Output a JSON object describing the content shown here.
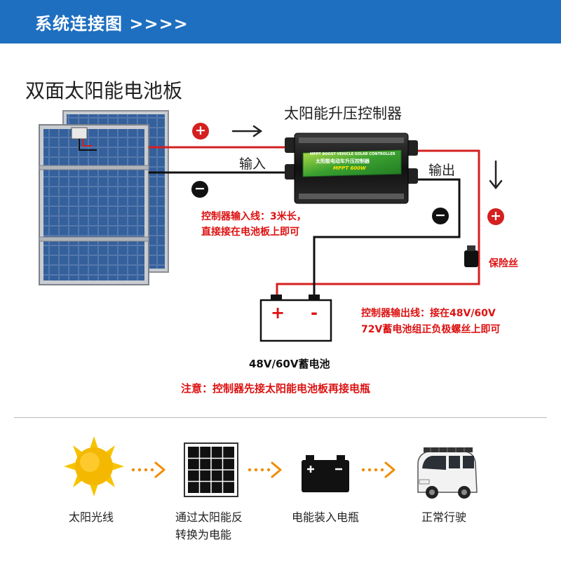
{
  "header": {
    "title": "系统连接图 >>>>"
  },
  "diagram": {
    "panel_title": "双面太阳能电池板",
    "controller_title": "太阳能升压控制器",
    "controller_face": {
      "line1": "MPPT BOOST VEHICLE SOLAR CONTROLLER",
      "line2": "太阳能电动车升压控制器",
      "line3": "MPPT 600W"
    },
    "input_label": "输入",
    "output_label": "输出",
    "plus_sign": "+",
    "minus_sign": "−",
    "input_note": [
      "控制器输入线：3米长，",
      "直接接在电池板上即可"
    ],
    "fuse_label": "保险丝",
    "output_note": [
      "控制器输出线：接在48V/60V",
      "72V蓄电池组正负极螺丝上即可"
    ],
    "battery_plus": "+",
    "battery_minus": "-",
    "battery_label": "48V/60V蓄电池",
    "warning": "注意：控制器先接太阳能电池板再接电瓶"
  },
  "flow": {
    "steps": [
      {
        "icon": "sun-icon",
        "label": "太阳光线"
      },
      {
        "icon": "solar-panel-icon",
        "label": "通过太阳能反\n转换为电能"
      },
      {
        "icon": "battery-icon",
        "label": "电能装入电瓶"
      },
      {
        "icon": "vehicle-icon",
        "label": "正常行驶"
      }
    ]
  },
  "colors": {
    "header_bg": "#1e6fc0",
    "positive_wire": "#d42020",
    "negative_wire": "#111111",
    "note_red": "#dd1111",
    "controller_green": "#3aa030",
    "flow_arrow": "#f08c00",
    "sun": "#f5b800"
  }
}
